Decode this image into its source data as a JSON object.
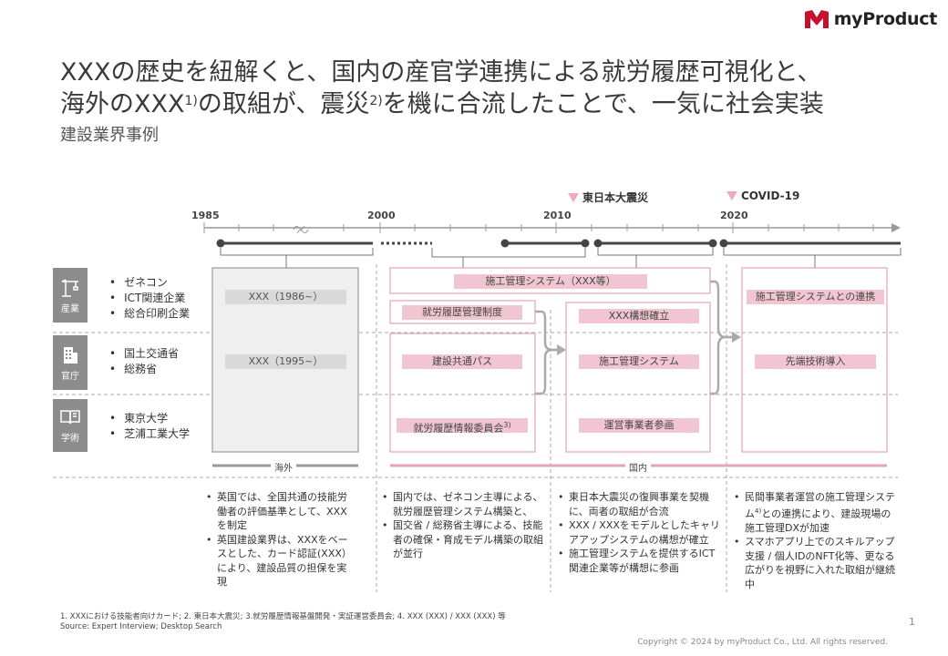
{
  "brand": {
    "name": "myProduct",
    "color": "#c8102e"
  },
  "title": {
    "line1": "XXXの歴史を紐解くと、国内の産官学連携による就労履歴可視化と、",
    "line2a": "海外のXXX",
    "sup1": "1)",
    "line2b": "の取組が、震災",
    "sup2": "2)",
    "line2c": "を機に合流したことで、一気に社会実装"
  },
  "subtitle": "建設業界事例",
  "timeline": {
    "years": [
      "1985",
      "2000",
      "2010",
      "2020"
    ],
    "events": [
      "東日本大震災",
      "COVID-19"
    ]
  },
  "rows": [
    {
      "icon": "crane-icon",
      "label": "産業",
      "actors": [
        "ゼネコン",
        "ICT関連企業",
        "総合印刷企業"
      ]
    },
    {
      "icon": "building-icon",
      "label": "官庁",
      "actors": [
        "国土交通省",
        "総務省"
      ]
    },
    {
      "icon": "book-icon",
      "label": "学術",
      "actors": [
        "東京大学",
        "芝浦工業大学"
      ]
    }
  ],
  "boxes": {
    "overseas_1": "XXX（1986~）",
    "overseas_2": "XXX（1995~）",
    "system_xxx": "施工管理システム（XXX等）",
    "work_history": "就労履歴管理制度",
    "construction_pass": "建設共通パス",
    "committee": "就労履歴情報委員会",
    "committee_sup": "3)",
    "xxx_concept": "XXX構想確立",
    "construction_mgmt": "施工管理システム",
    "operator": "運営事業者参画",
    "integration": "施工管理システムとの連携",
    "advanced_tech": "先端技術導入"
  },
  "regions": {
    "overseas": "海外",
    "domestic": "国内"
  },
  "descriptions": {
    "col1": [
      "英国では、全国共通の技能労働者の評価基準として、XXXを制定",
      "英国建設業界は、XXXをベースとした、カード認証(XXX）により、建設品質の担保を実現"
    ],
    "col2": [
      "国内では、ゼネコン主導による、就労履歴管理システム構築と、",
      "国交省 / 総務省主導による、技能者の確保・育成モデル構築の取組が並行"
    ],
    "col3": [
      "東日本大震災の復興事業を契機に、両者の取組が合流",
      "XXX / XXXをモデルとしたキャリアアップシステムの構想が確立",
      "施工管理システムを提供するICT関連企業等が構想に参画"
    ],
    "col4_item1_a": "民間事業者運営の施工管理システム",
    "col4_item1_sup": "4)",
    "col4_item1_b": "との連携により、建設現場の施工管理DXが加速",
    "col4_item2": "スマホアプリ上でのスキルアップ支援 / 個人IDのNFT化等、更なる広がりを視野に入れた取組が継続中"
  },
  "footnotes": {
    "line1": "1. XXXにおける技能者向けカード; 2. 東日本大震災; 3.就労履歴情報基盤開発・実証運営委員会; 4. XXX (XXX) / XXX (XXX) 等",
    "line2": "Source: Expert Interview; Desktop Search"
  },
  "copyright": "Copyright © 2024 by myProduct Co., Ltd.  All rights reserved.",
  "page_number": "1",
  "colors": {
    "pink": "#e7a3b5",
    "pink_fill": "#f1c6d2",
    "grey": "#8c8c8c",
    "dark": "#444444"
  }
}
